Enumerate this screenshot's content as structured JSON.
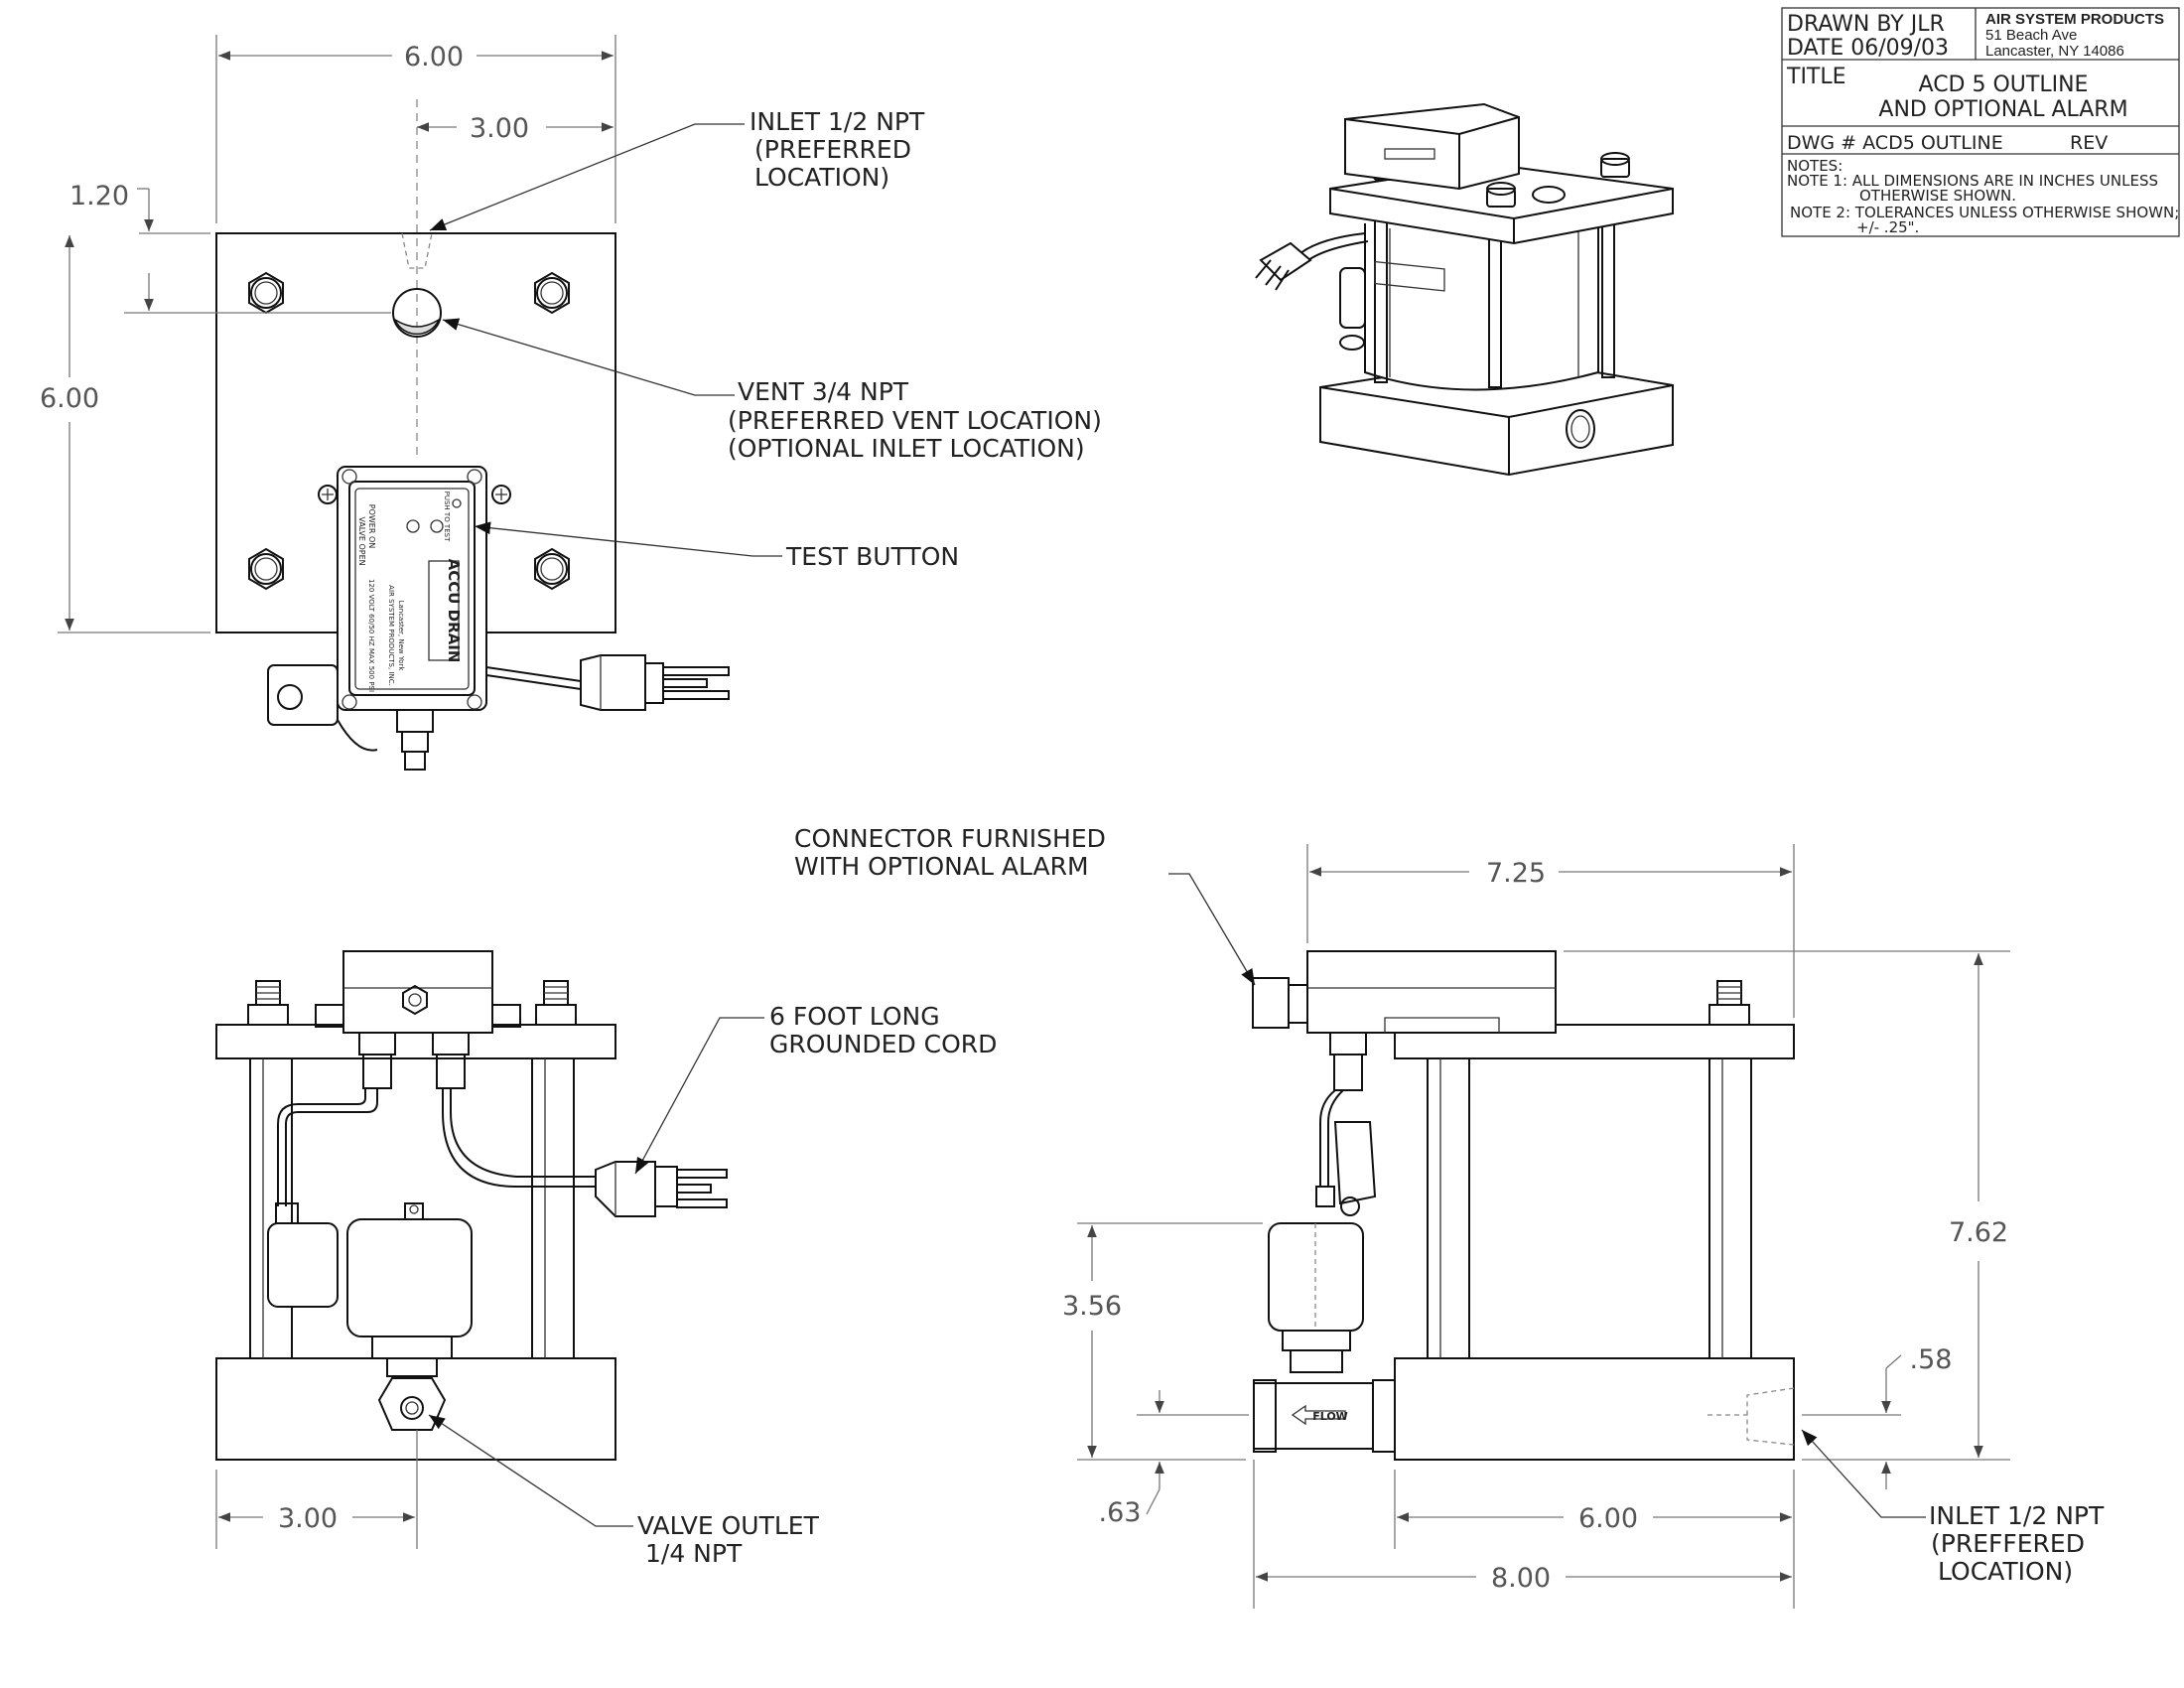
{
  "title_block": {
    "drawn_by": "DRAWN BY  JLR",
    "date": "DATE  06/09/03",
    "company_name": "AIR SYSTEM PRODUCTS",
    "company_street": "51 Beach Ave",
    "company_city": "Lancaster, NY 14086",
    "title_label": "TITLE",
    "title_line1": "ACD 5 OUTLINE",
    "title_line2": "AND OPTIONAL ALARM",
    "dwg": "DWG # ACD5 OUTLINE",
    "rev": "REV",
    "notes_label": "NOTES:",
    "note1a": "NOTE 1: ALL DIMENSIONS ARE IN INCHES UNLESS",
    "note1b": "OTHERWISE SHOWN.",
    "note2a": "NOTE 2: TOLERANCES UNLESS OTHERWISE SHOWN;",
    "note2b": "+/- .25\"."
  },
  "top_view": {
    "dims": {
      "width": "6.00",
      "half": "3.00",
      "offset": "1.20",
      "height": "6.00"
    },
    "callouts": {
      "inlet": [
        "INLET 1/2 NPT",
        "(PREFERRED",
        "LOCATION)"
      ],
      "vent": [
        "VENT 3/4 NPT",
        "(PREFERRED VENT LOCATION)",
        "(OPTIONAL INLET LOCATION)"
      ],
      "test": "TEST BUTTON"
    },
    "alarm_box": {
      "brand": "ACCU DRAIN",
      "lines": [
        "POWER ON",
        "VALVE OPEN",
        "PUSH TO TEST"
      ],
      "fine": [
        "120 VOLT 60/50 HZ MAX 500 PSI",
        "AIR SYSTEM PRODUCTS, INC.",
        "Lancaster, New York"
      ]
    }
  },
  "front_view": {
    "dims": {
      "half": "3.00"
    },
    "callouts": {
      "cord": [
        "6 FOOT LONG",
        "GROUNDED CORD"
      ],
      "outlet": [
        "VALVE OUTLET",
        "1/4 NPT"
      ]
    }
  },
  "side_view": {
    "dims": {
      "top": "7.25",
      "height": "7.62",
      "valve": "3.56",
      "inlet_h": ".58",
      "base": ".63",
      "body": "6.00",
      "overall": "8.00"
    },
    "callouts": {
      "connector": [
        "CONNECTOR FURNISHED",
        "WITH OPTIONAL ALARM"
      ],
      "inlet": [
        "INLET 1/2 NPT",
        "(PREFFERED",
        "LOCATION)"
      ],
      "flow": "FLOW"
    }
  }
}
